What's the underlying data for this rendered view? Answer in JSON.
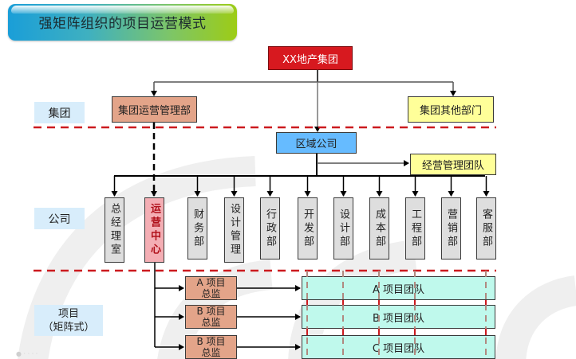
{
  "title": "强矩阵组织的项目运营模式",
  "levels": {
    "group": "集团",
    "company": "公司",
    "project": "项目\n（矩阵式）"
  },
  "top": "XX地产集团",
  "group_units": {
    "ops_mgmt": "集团运营管理部",
    "other_depts": "集团其他部门"
  },
  "region": "区域公司",
  "biz_team": "经营管理团队",
  "departments": [
    {
      "label": "总经理室",
      "highlight": false
    },
    {
      "label": "运营中心",
      "highlight": true
    },
    {
      "label": "财务部",
      "highlight": false
    },
    {
      "label": "设计管理",
      "highlight": false
    },
    {
      "label": "行政部",
      "highlight": false
    },
    {
      "label": "开发部",
      "highlight": false
    },
    {
      "label": "设计部",
      "highlight": false
    },
    {
      "label": "成本部",
      "highlight": false
    },
    {
      "label": "工程部",
      "highlight": false
    },
    {
      "label": "营销部",
      "highlight": false
    },
    {
      "label": "客服部",
      "highlight": false
    }
  ],
  "projects": [
    {
      "director": "A 项目\n总监",
      "team": "A 项目团队"
    },
    {
      "director": "B 项目\n总监",
      "team": "B 项目团队"
    },
    {
      "director": "B 项目\n总监",
      "team": "C 项目团队"
    }
  ],
  "colors": {
    "top": "#d7191f",
    "ops": "#e3a489",
    "other": "#ffff99",
    "region": "#66bbff",
    "dept": "#dedede",
    "ops_center": "#f4aeb4",
    "team": "#bff9ec",
    "divider": "#cc1a1f"
  }
}
